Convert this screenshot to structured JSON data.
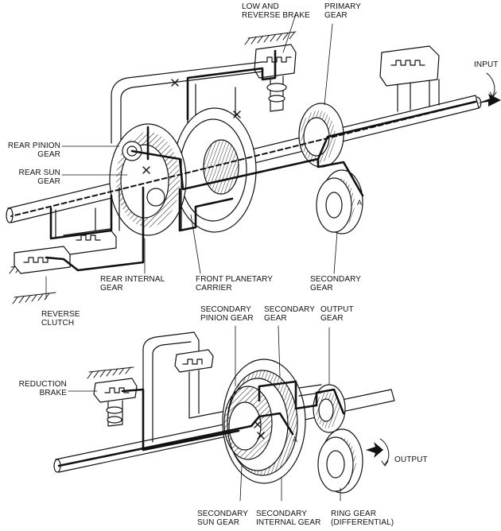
{
  "labels": {
    "low_reverse_brake": "LOW AND\nREVERSE BRAKE",
    "primary_gear": "PRIMARY\nGEAR",
    "input": "INPUT",
    "rear_pinion_gear": "REAR PINION\nGEAR",
    "rear_sun_gear": "REAR SUN\nGEAR",
    "rear_internal_gear": "REAR INTERNAL\nGEAR",
    "front_planetary_carrier": "FRONT PLANETARY\nCARRIER",
    "secondary_gear_top": "SECONDARY\nGEAR",
    "reverse_clutch": "REVERSE\nCLUTCH",
    "secondary_pinion_gear": "SECONDARY\nPINION GEAR",
    "secondary_gear_bottom": "SECONDARY\nGEAR",
    "output_gear": "OUTPUT\nGEAR",
    "reduction_brake": "REDUCTION\nBRAKE",
    "output": "OUTPUT",
    "secondary_sun_gear": "SECONDARY\nSUN GEAR",
    "secondary_internal_gear": "SECONDARY\nINTERNAL GEAR",
    "ring_gear": "RING GEAR\n(DIFFERENTIAL)",
    "marker_a": "A"
  },
  "colors": {
    "ink": "#111111",
    "paper": "#ffffff"
  }
}
